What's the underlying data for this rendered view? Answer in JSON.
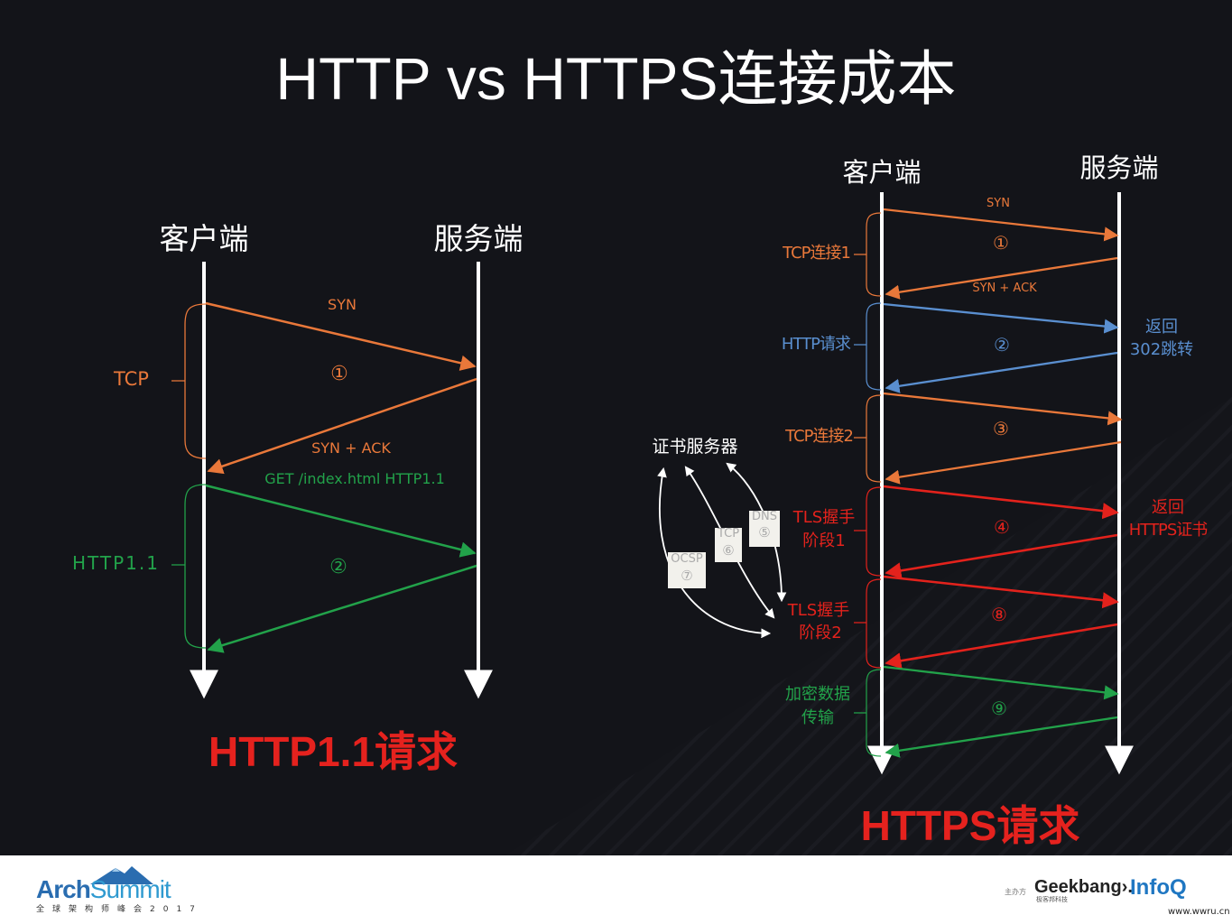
{
  "title": "HTTP vs HTTPS连接成本",
  "colors": {
    "tcp": "#e9783a",
    "http": "#22a24a",
    "https_http": "#5a8fd0",
    "tls": "#e3221c",
    "arrow": "#ffffff",
    "footer_bg": "#ffffff"
  },
  "left": {
    "client_label": "客户端",
    "server_label": "服务端",
    "syn": "SYN",
    "step1": "①",
    "syn_ack": "SYN + ACK",
    "get": "GET /index.html HTTP1.1",
    "step2": "②",
    "tcp_label": "TCP",
    "http_label": "HTTP1.1",
    "caption": "HTTP1.1请求"
  },
  "right": {
    "client_label": "客户端",
    "server_label": "服务端",
    "syn": "SYN",
    "step1": "①",
    "syn_ack": "SYN + ACK",
    "step2": "②",
    "step3": "③",
    "step4": "④",
    "step8": "⑧",
    "step9": "⑨",
    "stage_tcp1": "TCP连接1",
    "stage_http": "HTTP请求",
    "stage_tcp2": "TCP连接2",
    "stage_tls1_line1": "TLS握手",
    "stage_tls1_line2": "阶段1",
    "stage_tls2_line1": "TLS握手",
    "stage_tls2_line2": "阶段2",
    "stage_enc_line1": "加密数据",
    "stage_enc_line2": "传输",
    "redirect_line1": "返回",
    "redirect_line2": "302跳转",
    "cert_line1": "返回",
    "cert_line2": "HTTPS证书",
    "cert_server": "证书服务器",
    "dns_label": "DNS",
    "dns_num": "⑤",
    "tcp_label": "TCP",
    "tcp_num": "⑥",
    "ocsp_label": "OCSP",
    "ocsp_num": "⑦",
    "caption": "HTTPS请求"
  },
  "footer": {
    "arch_a": "Arch",
    "arch_b": "Summit",
    "arch_sub": "全球架构师峰会2017",
    "sponsor": "主办方",
    "geek": "Geekbang›.",
    "geek_sub": "极客邦科技",
    "infoq": "InfoQ",
    "url": "www.wwru.cn"
  }
}
